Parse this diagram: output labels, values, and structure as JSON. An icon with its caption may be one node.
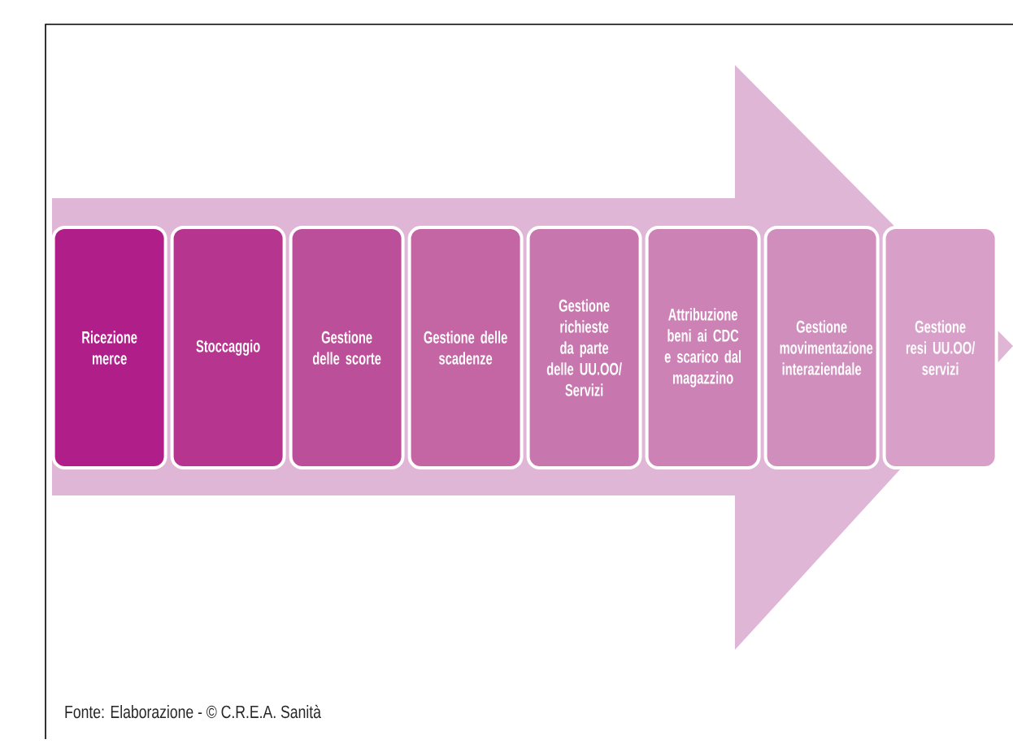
{
  "diagram": {
    "nodes": [
      {
        "text": [],
        "shape": "arrow"
      },
      {
        "text": [
          "Ricezione merce"
        ],
        "in": 0
      },
      {
        "text": [
          "Stoccaggio"
        ],
        "in": 0
      },
      {
        "text": [
          "Gestione delle scorte"
        ],
        "in": 0
      },
      {
        "text": [
          "Gestione delle scadenze"
        ],
        "in": 0
      },
      {
        "text": [
          "Gestione richieste da parte delle UU.OO/ Servizi"
        ],
        "in": 0
      },
      {
        "text": [
          "Attribuzione beni ai CDC e scarico dal magazzino"
        ],
        "in": 0
      },
      {
        "text": [
          "Gestione movimentazione interaziendale"
        ],
        "in": 0
      },
      {
        "text": [
          "Gestione resi UU.OO/ servizi"
        ],
        "in": 0
      }
    ],
    "caption": "Fonte: Elaborazione - © C.R.E.A. Sanità"
  }
}
